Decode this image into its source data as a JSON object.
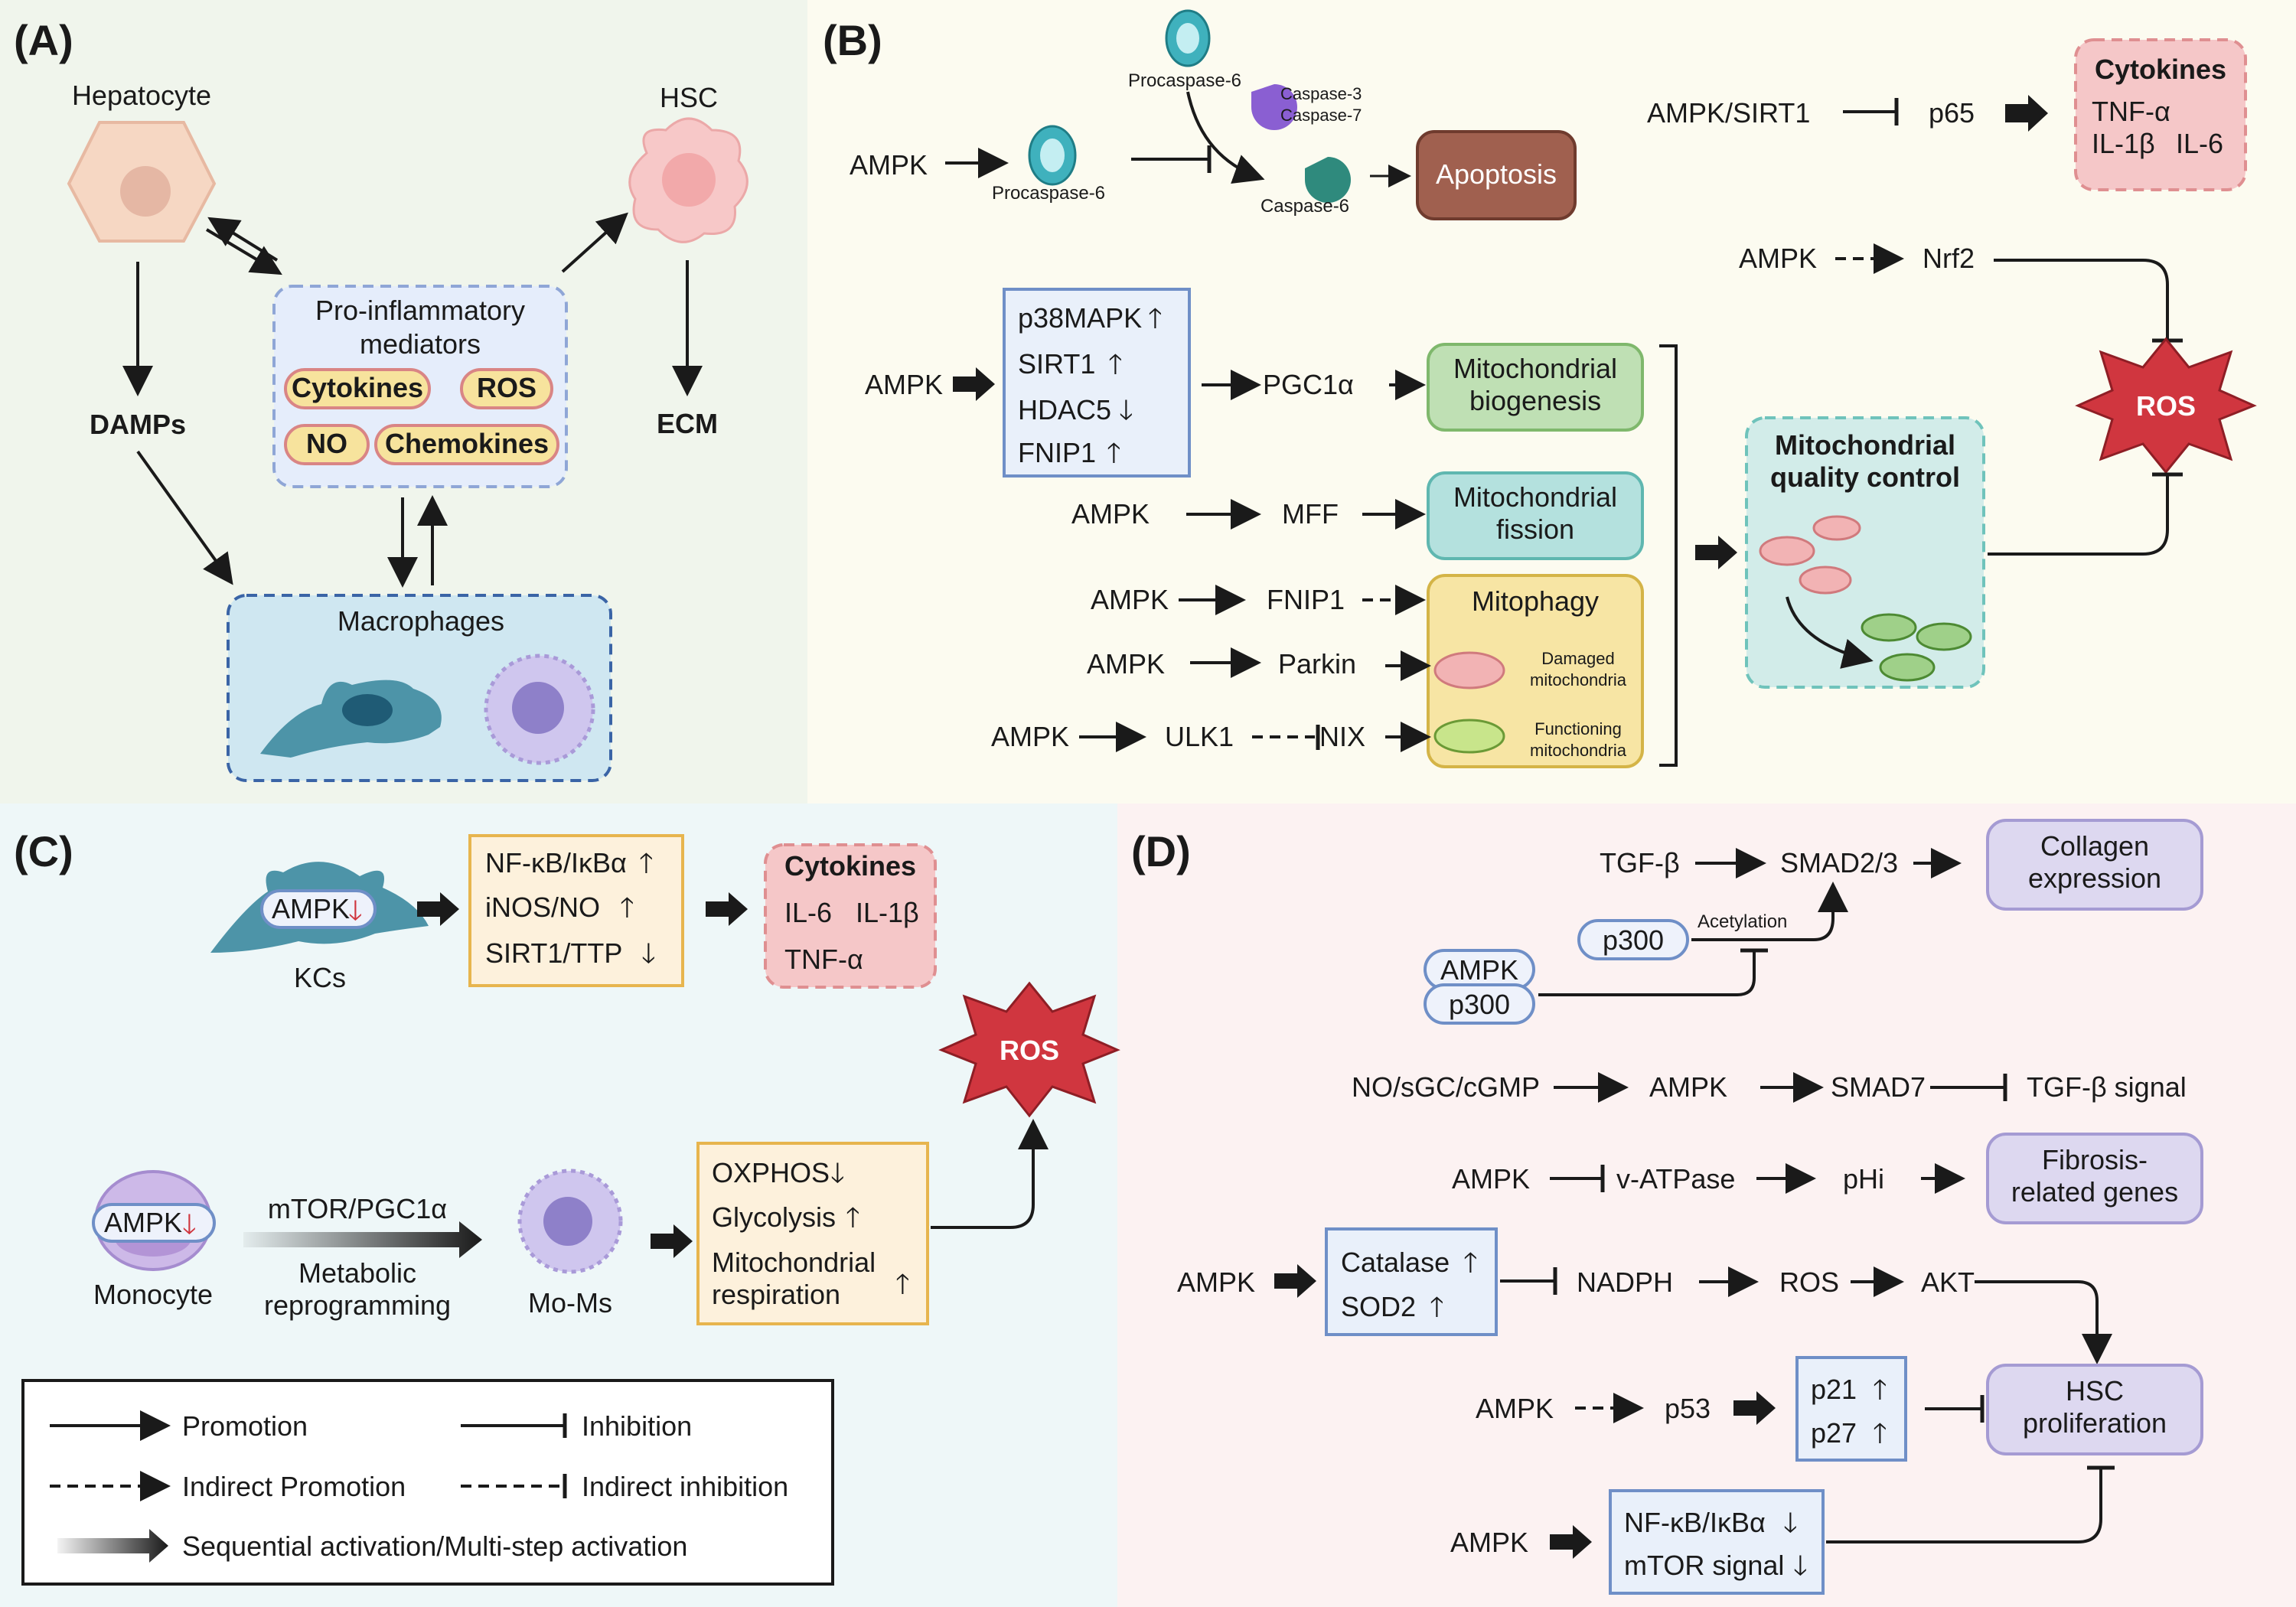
{
  "panels": {
    "a": "(A)",
    "b": "(B)",
    "c": "(C)",
    "d": "(D)"
  },
  "colors": {
    "panel_a_bg": "#f0f5ec",
    "panel_b_bg": "#fcfbf0",
    "panel_c_bg": "#eef7f8",
    "panel_d_bg": "#fcf2f2",
    "ros_red": "#d0363f",
    "cytokine_pink": "#f5c7c8",
    "mito_green": "#bfe0b4",
    "mito_teal": "#b4e1de",
    "mitophagy_yellow": "#f7e5a4",
    "hsc_purple": "#ddd8f0",
    "apoptosis_brown": "#a0604f",
    "box_blue_fill": "#e9f0fa",
    "box_orange_fill": "#fdf1dc"
  },
  "a": {
    "hepatocyte": "Hepatocyte",
    "hsc": "HSC",
    "mediators_l1": "Pro-inflammatory",
    "mediators_l2": "mediators",
    "cytokines": "Cytokines",
    "ros": "ROS",
    "no": "NO",
    "chemokines": "Chemokines",
    "damps": "DAMPs",
    "ecm": "ECM",
    "macrophages": "Macrophages"
  },
  "b": {
    "ampk1": "AMPK",
    "procaspase6_a": "Procaspase-6",
    "procaspase6_b": "Procaspase-6",
    "caspase37_l1": "Caspase-3",
    "caspase37_l2": "Caspase-7",
    "caspase6": "Caspase-6",
    "apoptosis": "Apoptosis",
    "ampk_sirt1": "AMPK/SIRT1",
    "p65": "p65",
    "cytokines_title": "Cytokines",
    "tnf": "TNF-α",
    "il1b": "IL-1β",
    "il6": "IL-6",
    "ampk_nrf2": "AMPK",
    "nrf2": "Nrf2",
    "ampk2": "AMPK",
    "p38": "p38MAPK",
    "sirt1": "SIRT1",
    "hdac5": "HDAC5",
    "fnip1_box": "FNIP1",
    "pgc1a": "PGC1α",
    "biogenesis_l1": "Mitochondrial",
    "biogenesis_l2": "biogenesis",
    "ampk3": "AMPK",
    "mff": "MFF",
    "fission_l1": "Mitochondrial",
    "fission_l2": "fission",
    "ampk4": "AMPK",
    "fnip1": "FNIP1",
    "mitophagy": "Mitophagy",
    "ampk5": "AMPK",
    "parkin": "Parkin",
    "damaged_l1": "Damaged",
    "damaged_l2": "mitochondria",
    "ampk6": "AMPK",
    "ulk1": "ULK1",
    "nix": "NIX",
    "functioning_l1": "Functioning",
    "functioning_l2": "mitochondria",
    "qc_l1": "Mitochondrial",
    "qc_l2": "quality control",
    "ros": "ROS"
  },
  "c": {
    "ampk_kc": "AMPK",
    "kcs": "KCs",
    "nfkb": "NF-κB/IκBα",
    "inos": "iNOS/NO",
    "sirt1ttp": "SIRT1/TTP",
    "cytokines_title": "Cytokines",
    "il6": "IL-6",
    "il1b": "IL-1β",
    "tnf": "TNF-α",
    "ros": "ROS",
    "ampk_mono": "AMPK",
    "monocyte": "Monocyte",
    "mtor": "mTOR/PGC1α",
    "metab_l1": "Metabolic",
    "metab_l2": "reprogramming",
    "momms": "Mo-Ms",
    "oxphos": "OXPHOS",
    "glycolysis": "Glycolysis",
    "resp_l1": "Mitochondrial",
    "resp_l2": "respiration"
  },
  "legend": {
    "promotion": "Promotion",
    "inhibition": "Inhibition",
    "indirect_promotion": "Indirect Promotion",
    "indirect_inhibition": "Indirect inhibition",
    "sequential": "Sequential activation/Multi-step activation"
  },
  "d": {
    "tgfb": "TGF-β",
    "smad23": "SMAD2/3",
    "collagen_l1": "Collagen",
    "collagen_l2": "expression",
    "p300": "p300",
    "acetylation": "Acetylation",
    "ampk_pill": "AMPK",
    "p300_pill": "p300",
    "nosgc": "NO/sGC/cGMP",
    "ampk1": "AMPK",
    "smad7": "SMAD7",
    "tgfb_signal": "TGF-β signal",
    "ampk2": "AMPK",
    "vatpase": "v-ATPase",
    "phi": "pHi",
    "fibrosis_l1": "Fibrosis-",
    "fibrosis_l2": "related genes",
    "ampk3": "AMPK",
    "catalase": "Catalase",
    "sod2": "SOD2",
    "nadph": "NADPH",
    "ros": "ROS",
    "akt": "AKT",
    "ampk4": "AMPK",
    "p53": "p53",
    "p21": "p21",
    "p27": "p27",
    "hsc_l1": "HSC",
    "hsc_l2": "proliferation",
    "ampk5": "AMPK",
    "nfkb": "NF-κB/IκBα",
    "mtor": "mTOR signal"
  }
}
